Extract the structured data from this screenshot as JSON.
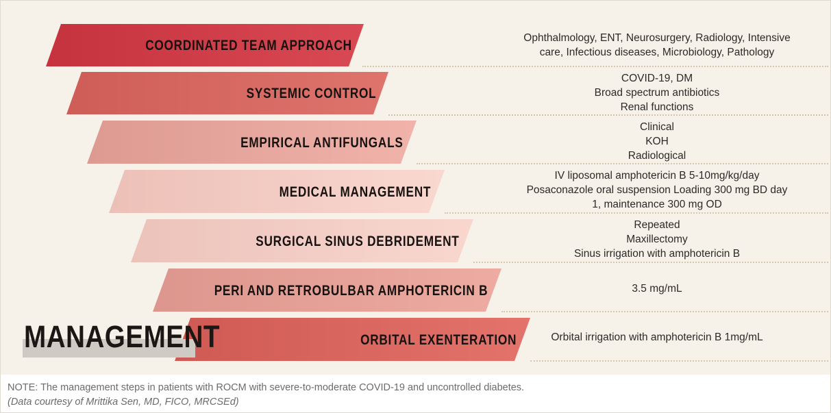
{
  "colors": {
    "background": "#f6f2e9",
    "footer_background": "#ffffff",
    "border": "#dedad0",
    "dotted_rule": "#d6c7ac",
    "label_text": "#17120f",
    "detail_text": "#2c2a28",
    "footer_text": "#6b6b6b",
    "management_highlight": "#cfcbc4"
  },
  "title": {
    "word": "MANAGEMENT"
  },
  "funnel": {
    "steps": [
      {
        "label": "COORDINATED TEAM APPROACH",
        "fill_left": "#c9343f",
        "fill_right": "#d6434d",
        "details": [
          "Ophthalmology, ENT, Neurosurgery, Radiology, Intensive",
          "care, Infectious diseases, Microbiology, Pathology"
        ]
      },
      {
        "label": "SYSTEMIC CONTROL",
        "fill_left": "#d4655f",
        "fill_right": "#dc7069",
        "details": [
          "COVID-19, DM",
          "Broad spectrum antibiotics",
          "Renal functions"
        ]
      },
      {
        "label": "EMPIRICAL ANTIFUNGALS",
        "fill_left": "#e0a098",
        "fill_right": "#eeb0a7",
        "details": [
          "Clinical",
          "KOH",
          "Radiological"
        ]
      },
      {
        "label": "MEDICAL MANAGEMENT",
        "fill_left": "#eec4bc",
        "fill_right": "#f7d4cc",
        "details": [
          "IV liposomal amphotericin B 5-10mg/kg/day",
          "Posaconazole oral suspension Loading 300 mg BD day",
          "1, maintenance 300 mg OD"
        ]
      },
      {
        "label": "SURGICAL SINUS DEBRIDEMENT",
        "fill_left": "#eec7bf",
        "fill_right": "#f6d5cd",
        "details": [
          "Repeated",
          "Maxillectomy",
          "Sinus irrigation with amphotericin B"
        ]
      },
      {
        "label": "PERI AND RETROBULBAR AMPHOTERICIN B",
        "fill_left": "#e09a92",
        "fill_right": "#eba9a0",
        "details": [
          "3.5 mg/mL"
        ]
      },
      {
        "label": "ORBITAL EXENTERATION",
        "fill_left": "#d4625c",
        "fill_right": "#e17169",
        "details": [
          "Orbital irrigation with amphotericin B 1mg/mL"
        ]
      }
    ]
  },
  "footer": {
    "note": "NOTE: The management steps in patients with ROCM with severe-to-moderate COVID-19 and uncontrolled diabetes.",
    "credit": "(Data courtesy of Mrittika Sen, MD, FICO, MRCSEd)"
  }
}
